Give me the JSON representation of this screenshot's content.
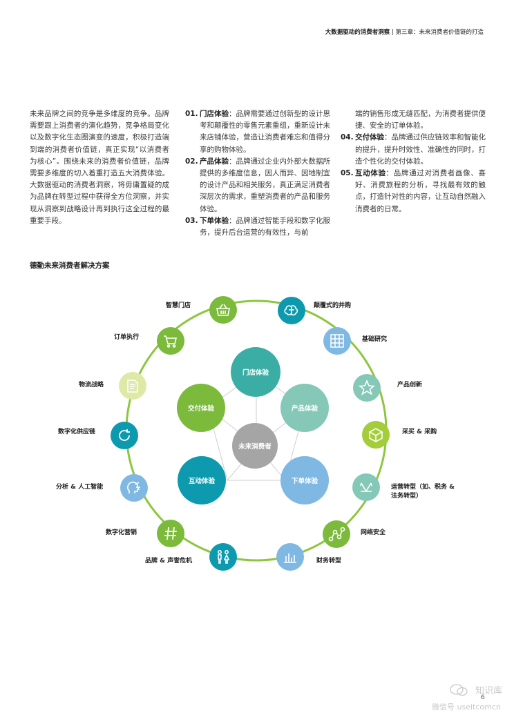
{
  "header": {
    "title": "大数据驱动的消费者洞察",
    "sep": "|",
    "chapter": "第三章：未来消费者价值链的打造"
  },
  "intro": "未来品牌之间的竞争是多维度的竞争。品牌需要跟上消费者的演化趋势，竞争格局变化以及数字化生态圈演变的速度，积极打造端到端的消费者价值链，真正实现“以消费者为核心”。围绕未来的消费者价值链，品牌需要多维度的切入着重打造五大消费体验。大数据驱动的消费者洞察，将毋庸置疑的成为品牌在转型过程中获得全方位洞察，并实现从洞察到战略设计再到执行这全过程的最重要手段。",
  "experiences": [
    {
      "num": "01.",
      "title": "门店体验",
      "colon": "：",
      "text": "品牌需要通过创新型的设计思考和颠覆性的零售元素重组，重新设计未来店铺体验，营造让消费者难忘和值得分享的购物体验。"
    },
    {
      "num": "02.",
      "title": "产品体验",
      "colon": "：",
      "text": "品牌通过企业内外部大数据所提供的多维度信息，因人而异、因地制宜的设计产品和相关服务，真正满足消费者深层次的需求，重塑消费者的产品和服务体验。"
    },
    {
      "num": "03.",
      "title": "下单体验",
      "colon": "：",
      "text": "品牌通过智能手段和数字化服务，提升后台运营的有效性，与前"
    },
    {
      "num": "",
      "title": "",
      "colon": "",
      "text": "端的销售形成无缝匹配，为消费者提供便捷、安全的订单体验。"
    },
    {
      "num": "04.",
      "title": "交付体验",
      "colon": "：",
      "text": "品牌通过供应链效率和智能化的提升，提升时效性、准确性的同时，打造个性化的交付体验。"
    },
    {
      "num": "05.",
      "title": "互动体验",
      "colon": "：",
      "text": "品牌通过对消费者画像、喜好、消费旅程的分析，寻找最有效的触点，打造针对性的内容，让互动自然融入消费者的日常。"
    }
  ],
  "section_title": "德勤未来消费者解决方案",
  "center": "未来消费者",
  "inner_nodes": [
    {
      "label": "门店体验",
      "color": "#3aaea5"
    },
    {
      "label": "产品体验",
      "color": "#86c8b8"
    },
    {
      "label": "交付体验",
      "color": "#7cba3c"
    },
    {
      "label": "互动体验",
      "color": "#0e9aae"
    },
    {
      "label": "下单体验",
      "color": "#7fb9e3"
    }
  ],
  "ring": [
    {
      "label": "智慧门店",
      "icon": "basket-icon",
      "color": "#7cba3c"
    },
    {
      "label": "颠覆式的并购",
      "icon": "brain-icon",
      "color": "#0e9aae"
    },
    {
      "label": "基础研究",
      "icon": "grid-icon",
      "color": "#7fb9e3"
    },
    {
      "label": "产品创新",
      "icon": "star-icon",
      "color": "#86c8b8"
    },
    {
      "label": "采买 & 采购",
      "icon": "box-icon",
      "color": "#a3cd3b"
    },
    {
      "label": "运营转型（如、税务 & 法务转型）",
      "icon": "arrows-icon",
      "color": "#86c8b8"
    },
    {
      "label": "网络安全",
      "icon": "network-icon",
      "color": "#7cba3c"
    },
    {
      "label": "财务转型",
      "icon": "bar-chart-icon",
      "color": "#7fb9e3"
    },
    {
      "label": "品牌 & 声誉危机",
      "icon": "people-icon",
      "color": "#0e9aae"
    },
    {
      "label": "数字化营销",
      "icon": "hashtag-icon",
      "color": "#7cba3c"
    },
    {
      "label": "分析 & 人工智能",
      "icon": "head-icon",
      "color": "#7fb9e3"
    },
    {
      "label": "数字化供应链",
      "icon": "refresh-icon",
      "color": "#0e9aae"
    },
    {
      "label": "物流战略",
      "icon": "document-icon",
      "color": "#dfe9a7"
    },
    {
      "label": "订单执行",
      "icon": "cart-icon",
      "color": "#7cba3c"
    }
  ],
  "ring_color": "#8dc63f",
  "page_number": "6",
  "watermark": {
    "name": "知识库",
    "sub": "微信号 useitcomcn"
  }
}
